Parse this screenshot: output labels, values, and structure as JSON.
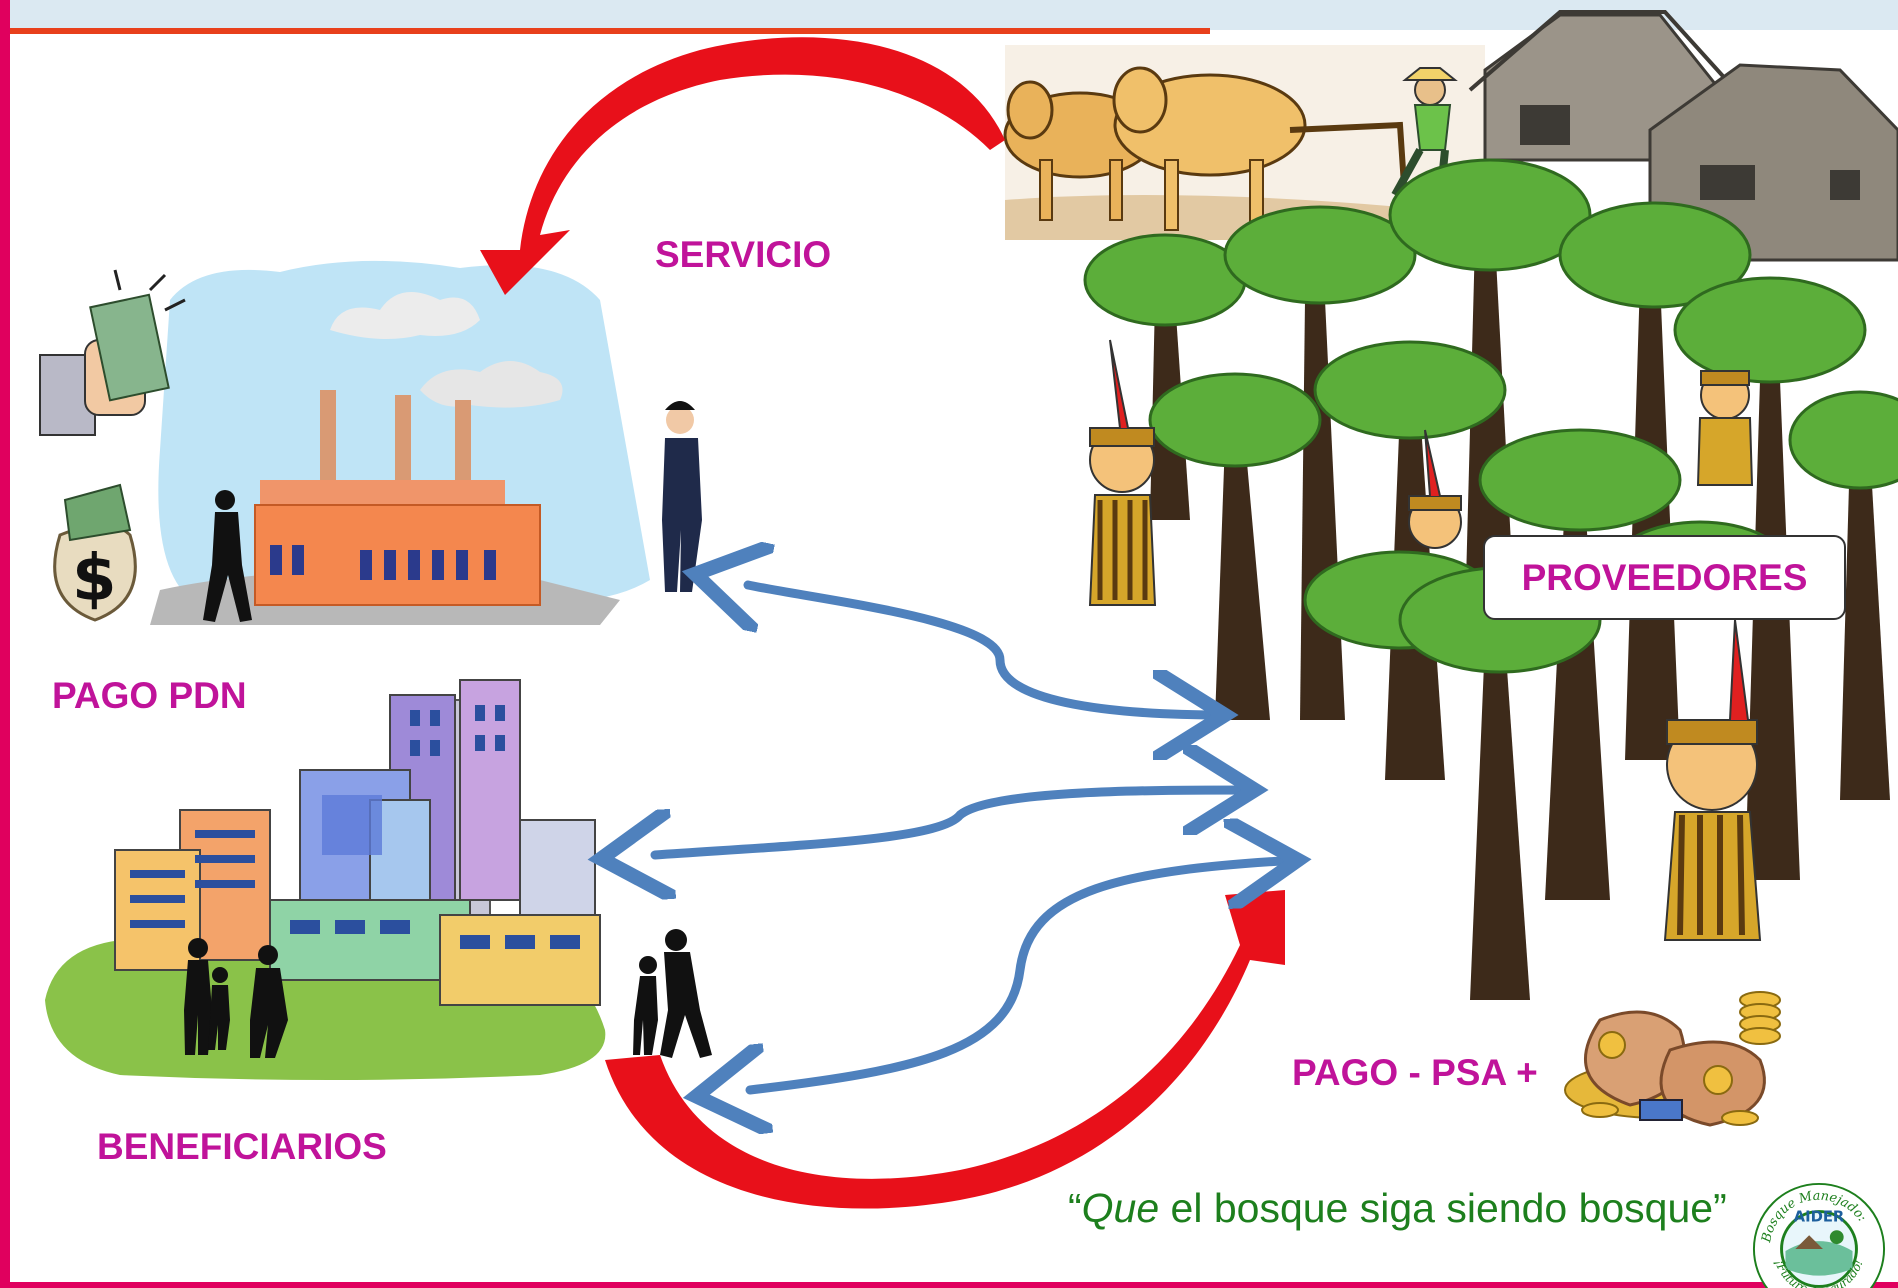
{
  "labels": {
    "servicio": "SERVICIO",
    "pago_pdn": "PAGO  PDN",
    "beneficiarios": "BENEFICIARIOS",
    "proveedores": "PROVEEDORES",
    "pago_psa": "PAGO  - PSA +"
  },
  "slogan": {
    "open_quote": "“",
    "emphasis": "Que",
    "rest": " el bosque siga siendo bosque”"
  },
  "logo": {
    "top_text": "Bosque Manejado:",
    "name": "AIDER",
    "bottom_text": "¡Futuro Asegurado!"
  },
  "colors": {
    "label": "#c0139a",
    "slogan": "#1d7f1d",
    "flow_arrow": "#4f81bd",
    "cycle_arrow": "#e8101a",
    "frame": "#e0005e"
  },
  "icons": [
    "factory-illustration",
    "city-illustration",
    "money-bag-icon",
    "cash-hand-icon",
    "oxen-plough-illustration",
    "hut-illustration",
    "forest-illustration",
    "indigenous-child-illustration",
    "coin-bags-icon",
    "person-silhouette-icon"
  ]
}
